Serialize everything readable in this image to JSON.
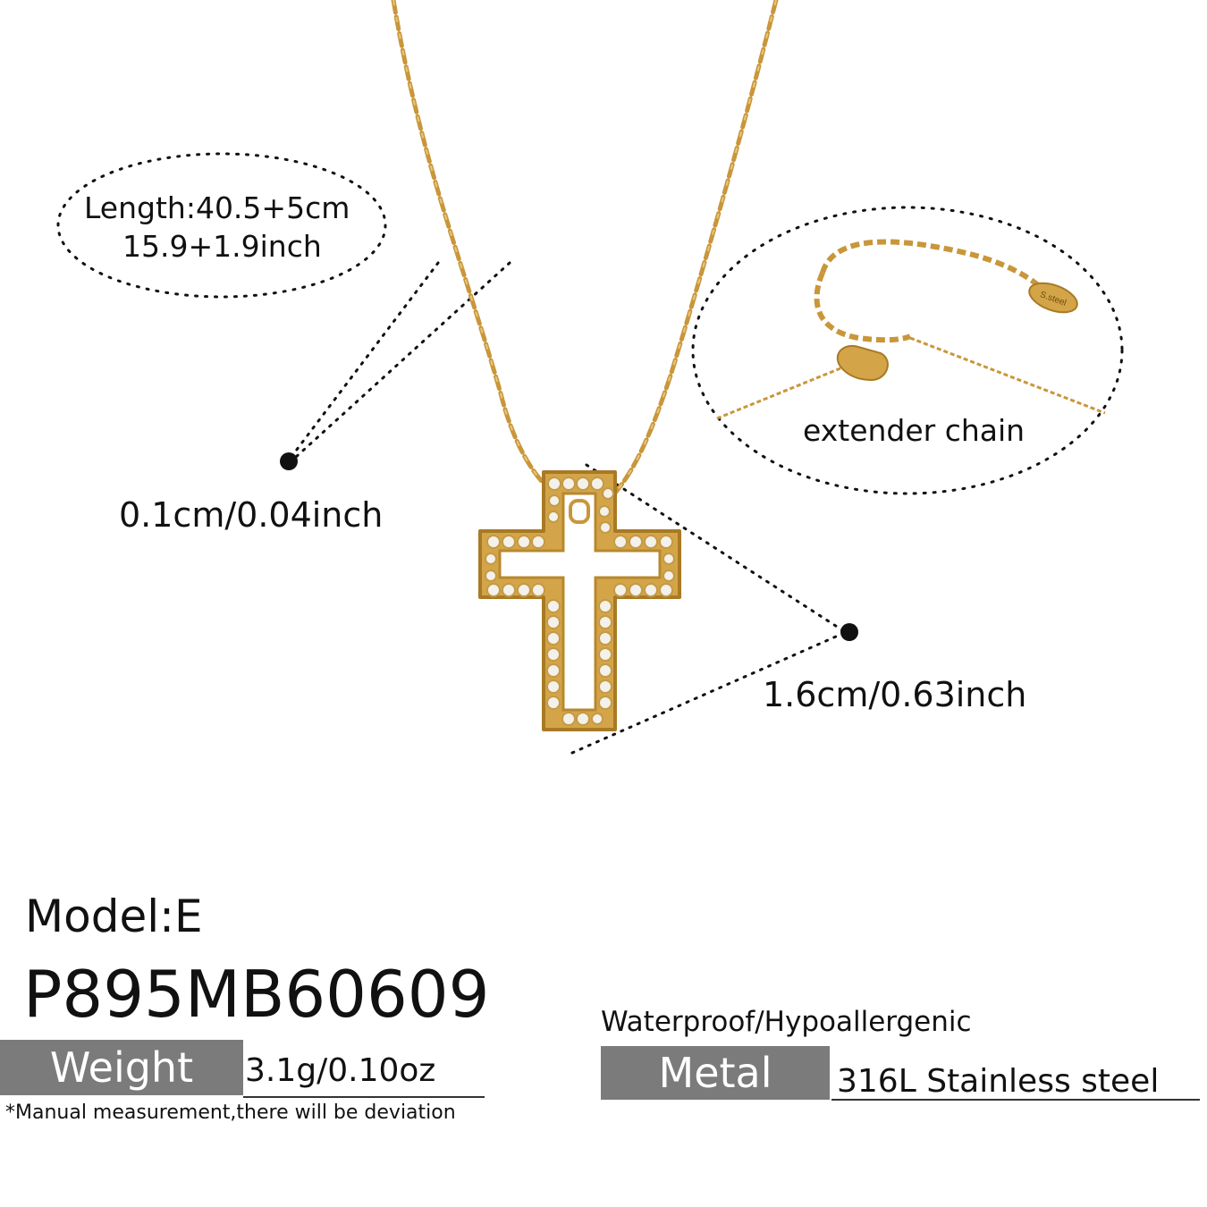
{
  "length": {
    "cm": "Length:40.5+5cm",
    "inch": "15.9+1.9inch"
  },
  "thickness": "0.1cm/0.04inch",
  "extender": {
    "label": "extender chain",
    "tag_text": "S.steel"
  },
  "pendant_width": "1.6cm/0.63inch",
  "model": "Model:E",
  "code": "P895MB60609",
  "weight": {
    "label": "Weight",
    "value": "3.1g/0.10oz"
  },
  "note": "*Manual measurement,there will be deviation",
  "features": "Waterproof/Hypoallergenic",
  "metal": {
    "label": "Metal",
    "value": "316L Stainless steel"
  },
  "colors": {
    "gold": "#d4a548",
    "gold_dark": "#a87a25",
    "label_bg": "#7b7b7b"
  }
}
